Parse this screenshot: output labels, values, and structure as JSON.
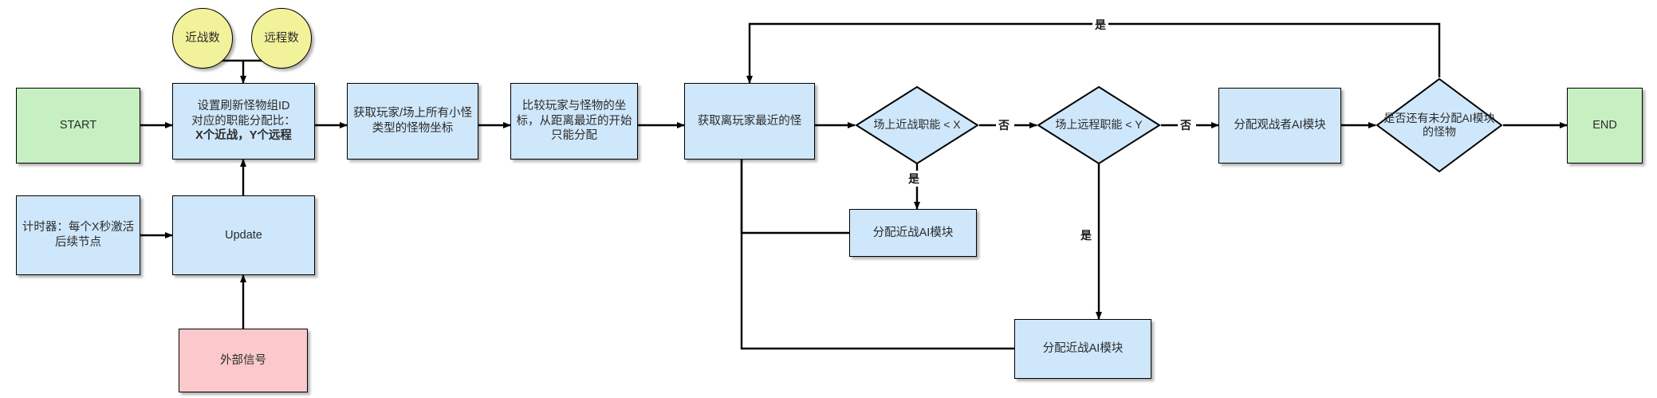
{
  "diagram": {
    "title": "Monster AI module assignment flow",
    "colors": {
      "process_fill": "#cfe7fb",
      "terminal_fill": "#c7f0c2",
      "signal_fill": "#fbc9cb",
      "data_fill": "#f2f29a",
      "stroke": "#000000"
    },
    "nodes": [
      {
        "id": "start",
        "label": "START",
        "shape": "box",
        "kind": "terminal"
      },
      {
        "id": "melee_count",
        "label": "近战数",
        "shape": "circle",
        "kind": "data"
      },
      {
        "id": "ranged_count",
        "label": "远程数",
        "shape": "circle",
        "kind": "data"
      },
      {
        "id": "setup",
        "label_line1": "设置刷新怪物组ID",
        "label_line2": "对应的职能分配比：",
        "label_line3": "X个近战，Y个远程",
        "shape": "box",
        "kind": "process"
      },
      {
        "id": "timer",
        "label": "计时器：每个X秒激活后续节点",
        "shape": "box",
        "kind": "process"
      },
      {
        "id": "update",
        "label": "Update",
        "shape": "box",
        "kind": "process"
      },
      {
        "id": "external",
        "label": "外部信号",
        "shape": "box",
        "kind": "signal"
      },
      {
        "id": "get_all",
        "label": "获取玩家/场上所有小怪类型的怪物坐标",
        "shape": "box",
        "kind": "process"
      },
      {
        "id": "compare",
        "label": "比较玩家与怪物的坐标，从距离最近的开始只能分配",
        "shape": "box",
        "kind": "process"
      },
      {
        "id": "nearest",
        "label": "获取离玩家最近的怪",
        "shape": "box",
        "kind": "process"
      },
      {
        "id": "melee_check",
        "label": "场上近战职能 < X",
        "shape": "diamond",
        "kind": "decision"
      },
      {
        "id": "ranged_check",
        "label": "场上远程职能 < Y",
        "shape": "diamond",
        "kind": "decision"
      },
      {
        "id": "assign_melee_a",
        "label": "分配近战AI模块",
        "shape": "box",
        "kind": "process"
      },
      {
        "id": "assign_melee_b",
        "label": "分配近战AI模块",
        "shape": "box",
        "kind": "process"
      },
      {
        "id": "assign_watch",
        "label": "分配观战者AI模块",
        "shape": "box",
        "kind": "process"
      },
      {
        "id": "more_check",
        "label": "是否还有未分配AI模块的怪物",
        "shape": "diamond",
        "kind": "decision"
      },
      {
        "id": "end",
        "label": "END",
        "shape": "box",
        "kind": "terminal"
      }
    ],
    "edge_labels": {
      "yes_top": "是",
      "no_melee": "否",
      "no_ranged": "否",
      "yes_melee": "是",
      "yes_ranged": "是"
    }
  }
}
